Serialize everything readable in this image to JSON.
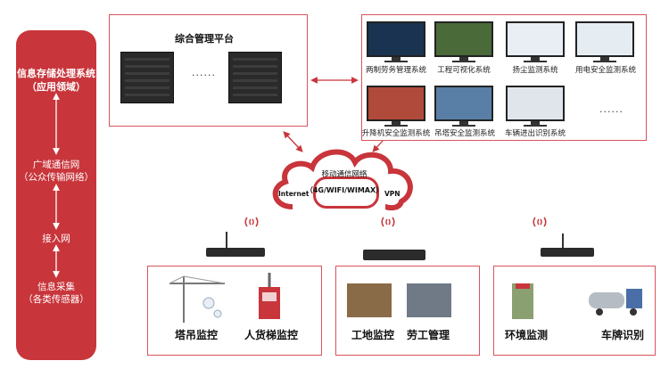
{
  "left_column": {
    "title_line1": "信息存储处理系统",
    "title_line2": "（应用领域）",
    "wan_line1": "广域通信网",
    "wan_line2": "（公众传输网络）",
    "access": "接入网",
    "collect_line1": "信息采集",
    "collect_line2": "（各类传感器）"
  },
  "platform": {
    "title": "综合管理平台",
    "dots": "······"
  },
  "systems": [
    "两制劳务管理系统",
    "工程可视化系统",
    "扬尘监测系统",
    "用电安全监测系统",
    "升降机安全监测系统",
    "吊塔安全监测系统",
    "车辆进出识别系统"
  ],
  "systems_more": "......",
  "network": {
    "title": "移动通信网络",
    "sub": "（4G/WIFI/WIMAX）",
    "internet": "Internet",
    "vpn": "VPN"
  },
  "bottom": {
    "group1": [
      "塔吊监控",
      "人货梯监控"
    ],
    "group2": [
      "工地监控",
      "劳工管理"
    ],
    "group3": [
      "环境监测",
      "车牌识别"
    ]
  },
  "colors": {
    "accent": "#c8353b",
    "box_border": "#d8555c"
  }
}
